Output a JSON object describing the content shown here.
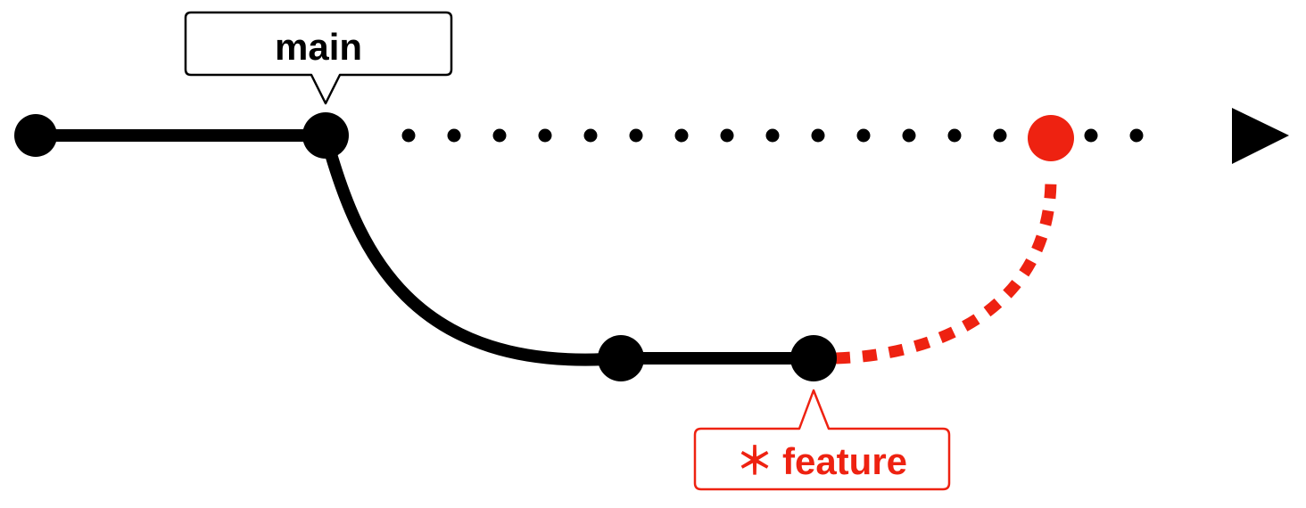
{
  "diagram": {
    "type": "git-branch-graph",
    "branches": {
      "main": {
        "label": "main",
        "color": "#000000"
      },
      "feature": {
        "label": "feature",
        "marker": "＊",
        "color": "#ee2211",
        "current": true
      }
    },
    "commits_main": 2,
    "commits_feature": 2,
    "pending_merge_commit": {
      "color": "#ee2211"
    }
  }
}
